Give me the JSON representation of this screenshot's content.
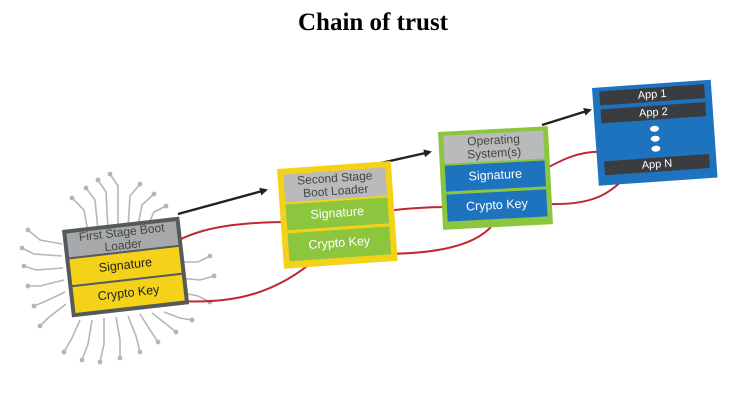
{
  "title": "Chain of trust",
  "stages": [
    {
      "header": "First Stage Boot Loader",
      "signature": "Signature",
      "key": "Crypto Key"
    },
    {
      "header": "Second Stage Boot Loader",
      "signature": "Signature",
      "key": "Crypto Key"
    },
    {
      "header": "Operating System(s)",
      "signature": "Signature",
      "key": "Crypto Key"
    }
  ],
  "apps": [
    "App 1",
    "App 2",
    "App N"
  ],
  "colors": {
    "stage1_fill": "#f4d21a",
    "stage2_fill": "#8cc63f",
    "stage3_fill": "#1e73be",
    "apps_fill": "#1e73be",
    "verify_arrow": "#c0282d",
    "sequence_arrow": "#222222"
  }
}
